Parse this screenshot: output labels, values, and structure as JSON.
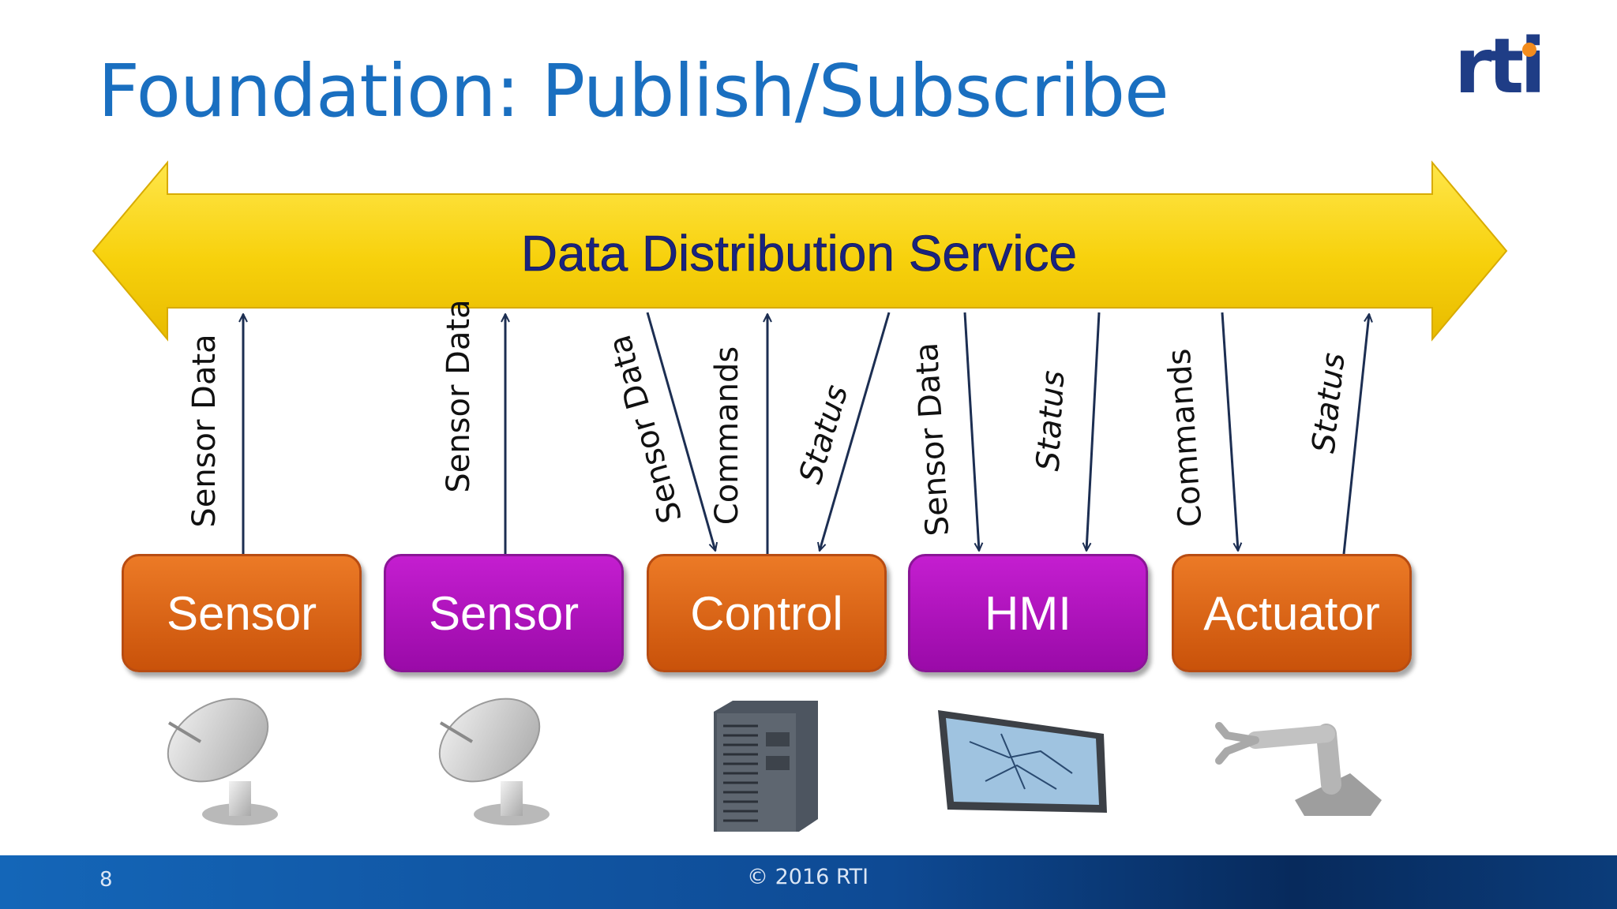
{
  "slide": {
    "title": "Foundation: Publish/Subscribe",
    "logo_text": "rti",
    "page_number": "8",
    "copyright": "© 2016 RTI"
  },
  "bus": {
    "label": "Data Distribution Service",
    "color": "#f9d40f",
    "text_color": "#1a237e"
  },
  "nodes": [
    {
      "label": "Sensor",
      "style": "orange",
      "icon": "satellite-dish-icon"
    },
    {
      "label": "Sensor",
      "style": "magenta",
      "icon": "satellite-dish-icon"
    },
    {
      "label": "Control",
      "style": "orange",
      "icon": "server-tower-icon"
    },
    {
      "label": "HMI",
      "style": "magenta",
      "icon": "monitor-map-icon"
    },
    {
      "label": "Actuator",
      "style": "orange",
      "icon": "robot-arm-icon"
    }
  ],
  "flows": [
    {
      "label": "Sensor Data",
      "direction": "publish",
      "italic": false
    },
    {
      "label": "Sensor Data",
      "direction": "publish",
      "italic": false
    },
    {
      "label": "Sensor Data",
      "direction": "subscribe",
      "italic": false
    },
    {
      "label": "Commands",
      "direction": "publish",
      "italic": false
    },
    {
      "label": "Status",
      "direction": "subscribe",
      "italic": true
    },
    {
      "label": "Sensor Data",
      "direction": "subscribe",
      "italic": false
    },
    {
      "label": "Status",
      "direction": "subscribe",
      "italic": true
    },
    {
      "label": "Commands",
      "direction": "subscribe",
      "italic": false
    },
    {
      "label": "Status",
      "direction": "publish",
      "italic": true
    }
  ],
  "colors": {
    "title": "#1a6fc0",
    "orange": "#e06a18",
    "magenta": "#b010c0",
    "arrow": "#1c2e52",
    "footer": "#0e4a94"
  }
}
